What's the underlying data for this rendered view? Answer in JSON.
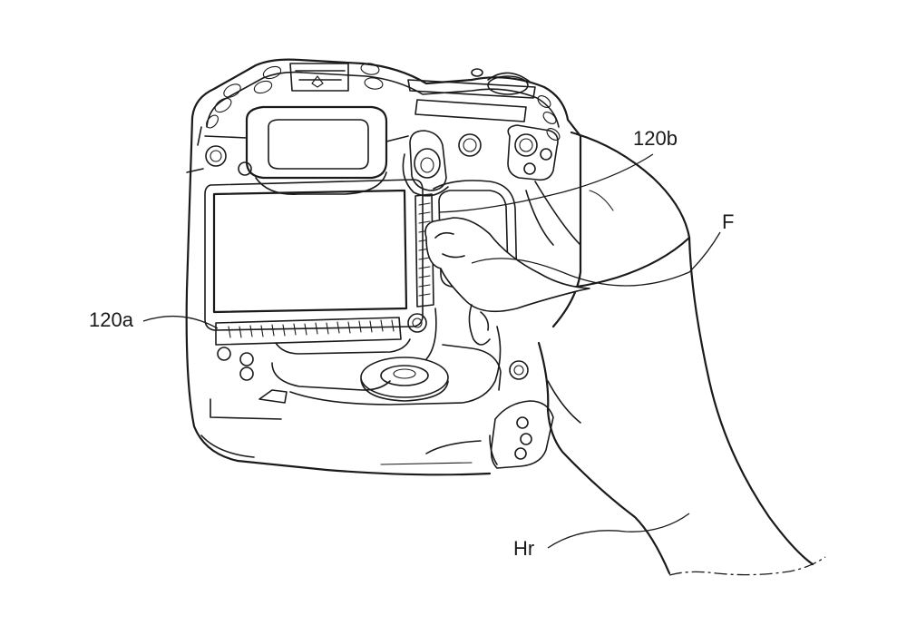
{
  "labels": {
    "button_120b": "120b",
    "finger": "F",
    "button_120a": "120a",
    "hand": "Hr"
  }
}
